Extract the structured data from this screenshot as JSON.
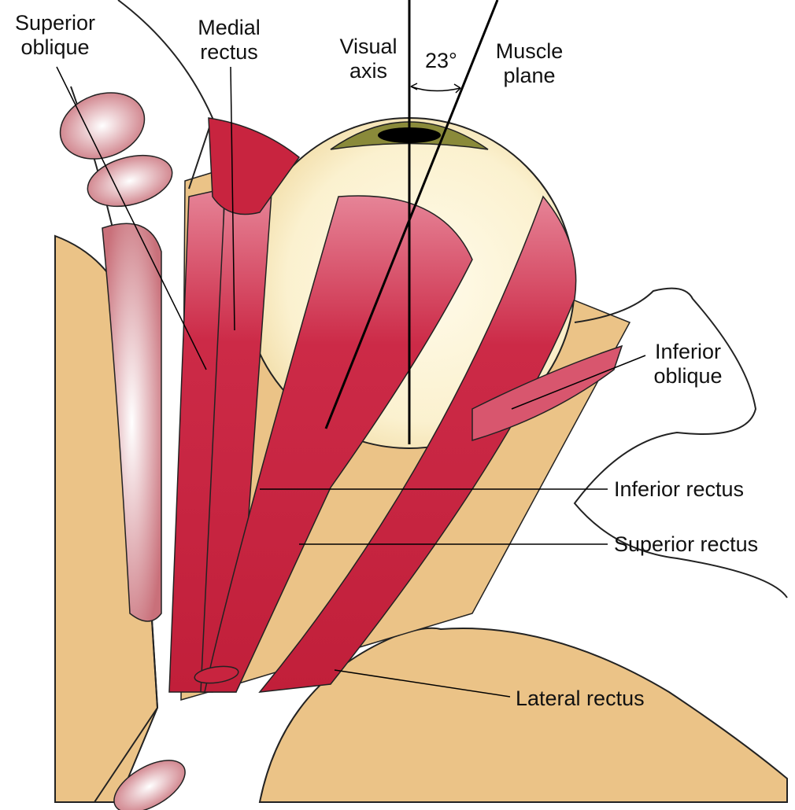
{
  "labels": {
    "superior_oblique": [
      "Superior",
      "oblique"
    ],
    "medial_rectus": [
      "Medial",
      "rectus"
    ],
    "visual_axis": [
      "Visual",
      "axis"
    ],
    "angle": "23°",
    "muscle_plane": [
      "Muscle",
      "plane"
    ],
    "inferior_oblique": [
      "Inferior",
      "oblique"
    ],
    "inferior_rectus": "Inferior rectus",
    "superior_rectus": "Superior rectus",
    "lateral_rectus": "Lateral rectus"
  },
  "colors": {
    "bone": "#ebc387",
    "muscle": "#c8243f",
    "muscle_light": "#e07a8c",
    "eyeball": "#fbf3d6",
    "iris": "#7a8a3a",
    "outline": "#1a1a1a"
  }
}
